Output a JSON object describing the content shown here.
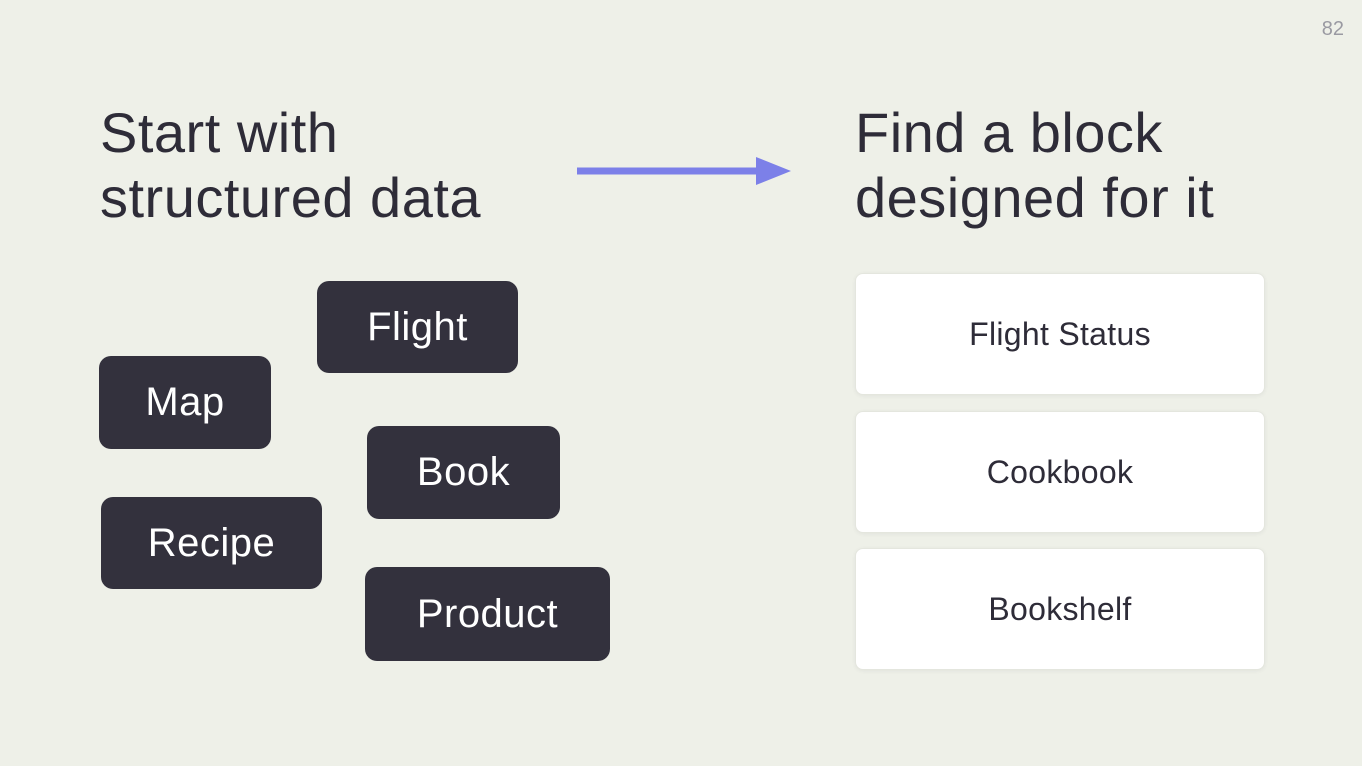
{
  "slide_number": "82",
  "left_heading": {
    "line1": "Start with",
    "line2": "structured data"
  },
  "right_heading": {
    "line1": "Find a block",
    "line2": "designed for it"
  },
  "chips": [
    {
      "label": "Flight"
    },
    {
      "label": "Map"
    },
    {
      "label": "Book"
    },
    {
      "label": "Recipe"
    },
    {
      "label": "Product"
    }
  ],
  "cards": [
    {
      "label": "Flight Status"
    },
    {
      "label": "Cookbook"
    },
    {
      "label": "Bookshelf"
    }
  ],
  "colors": {
    "background": "#eef0e8",
    "chip_bg": "#33313d",
    "chip_text": "#ffffff",
    "card_bg": "#ffffff",
    "card_border": "#e4e6de",
    "heading_text": "#2e2c38",
    "arrow": "#7c80e8",
    "slide_number_text": "#9a9aa2"
  }
}
